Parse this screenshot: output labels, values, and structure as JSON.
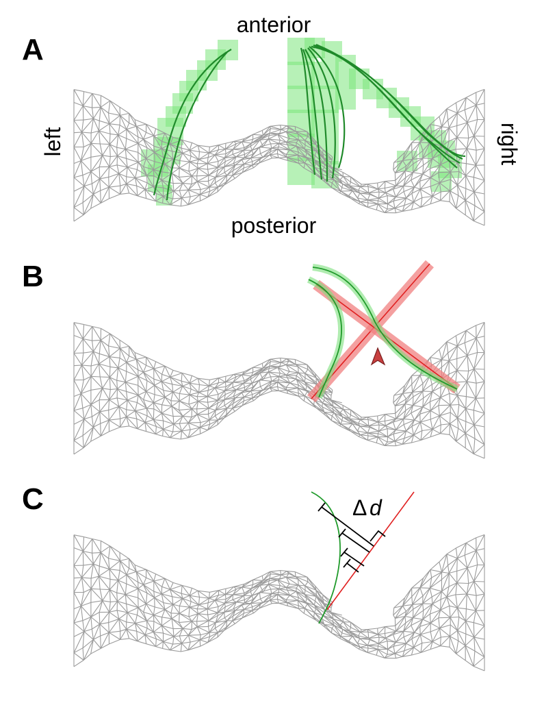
{
  "panels": [
    {
      "letter": "A"
    },
    {
      "letter": "B"
    },
    {
      "letter": "C"
    }
  ],
  "orientation": {
    "anterior": "anterior",
    "posterior": "posterior",
    "left": "left",
    "right": "right"
  },
  "annotation": {
    "delta_symbol": "Δ",
    "delta_var": "d"
  },
  "colors": {
    "mesh": "#9a9a9a",
    "fiber": "#1f8a2a",
    "fiber_glow": "#7be07b",
    "voxel": "#6fe06f",
    "fit_line": "#e02020",
    "fit_glow": "#f08080",
    "marker": "#b03030"
  }
}
